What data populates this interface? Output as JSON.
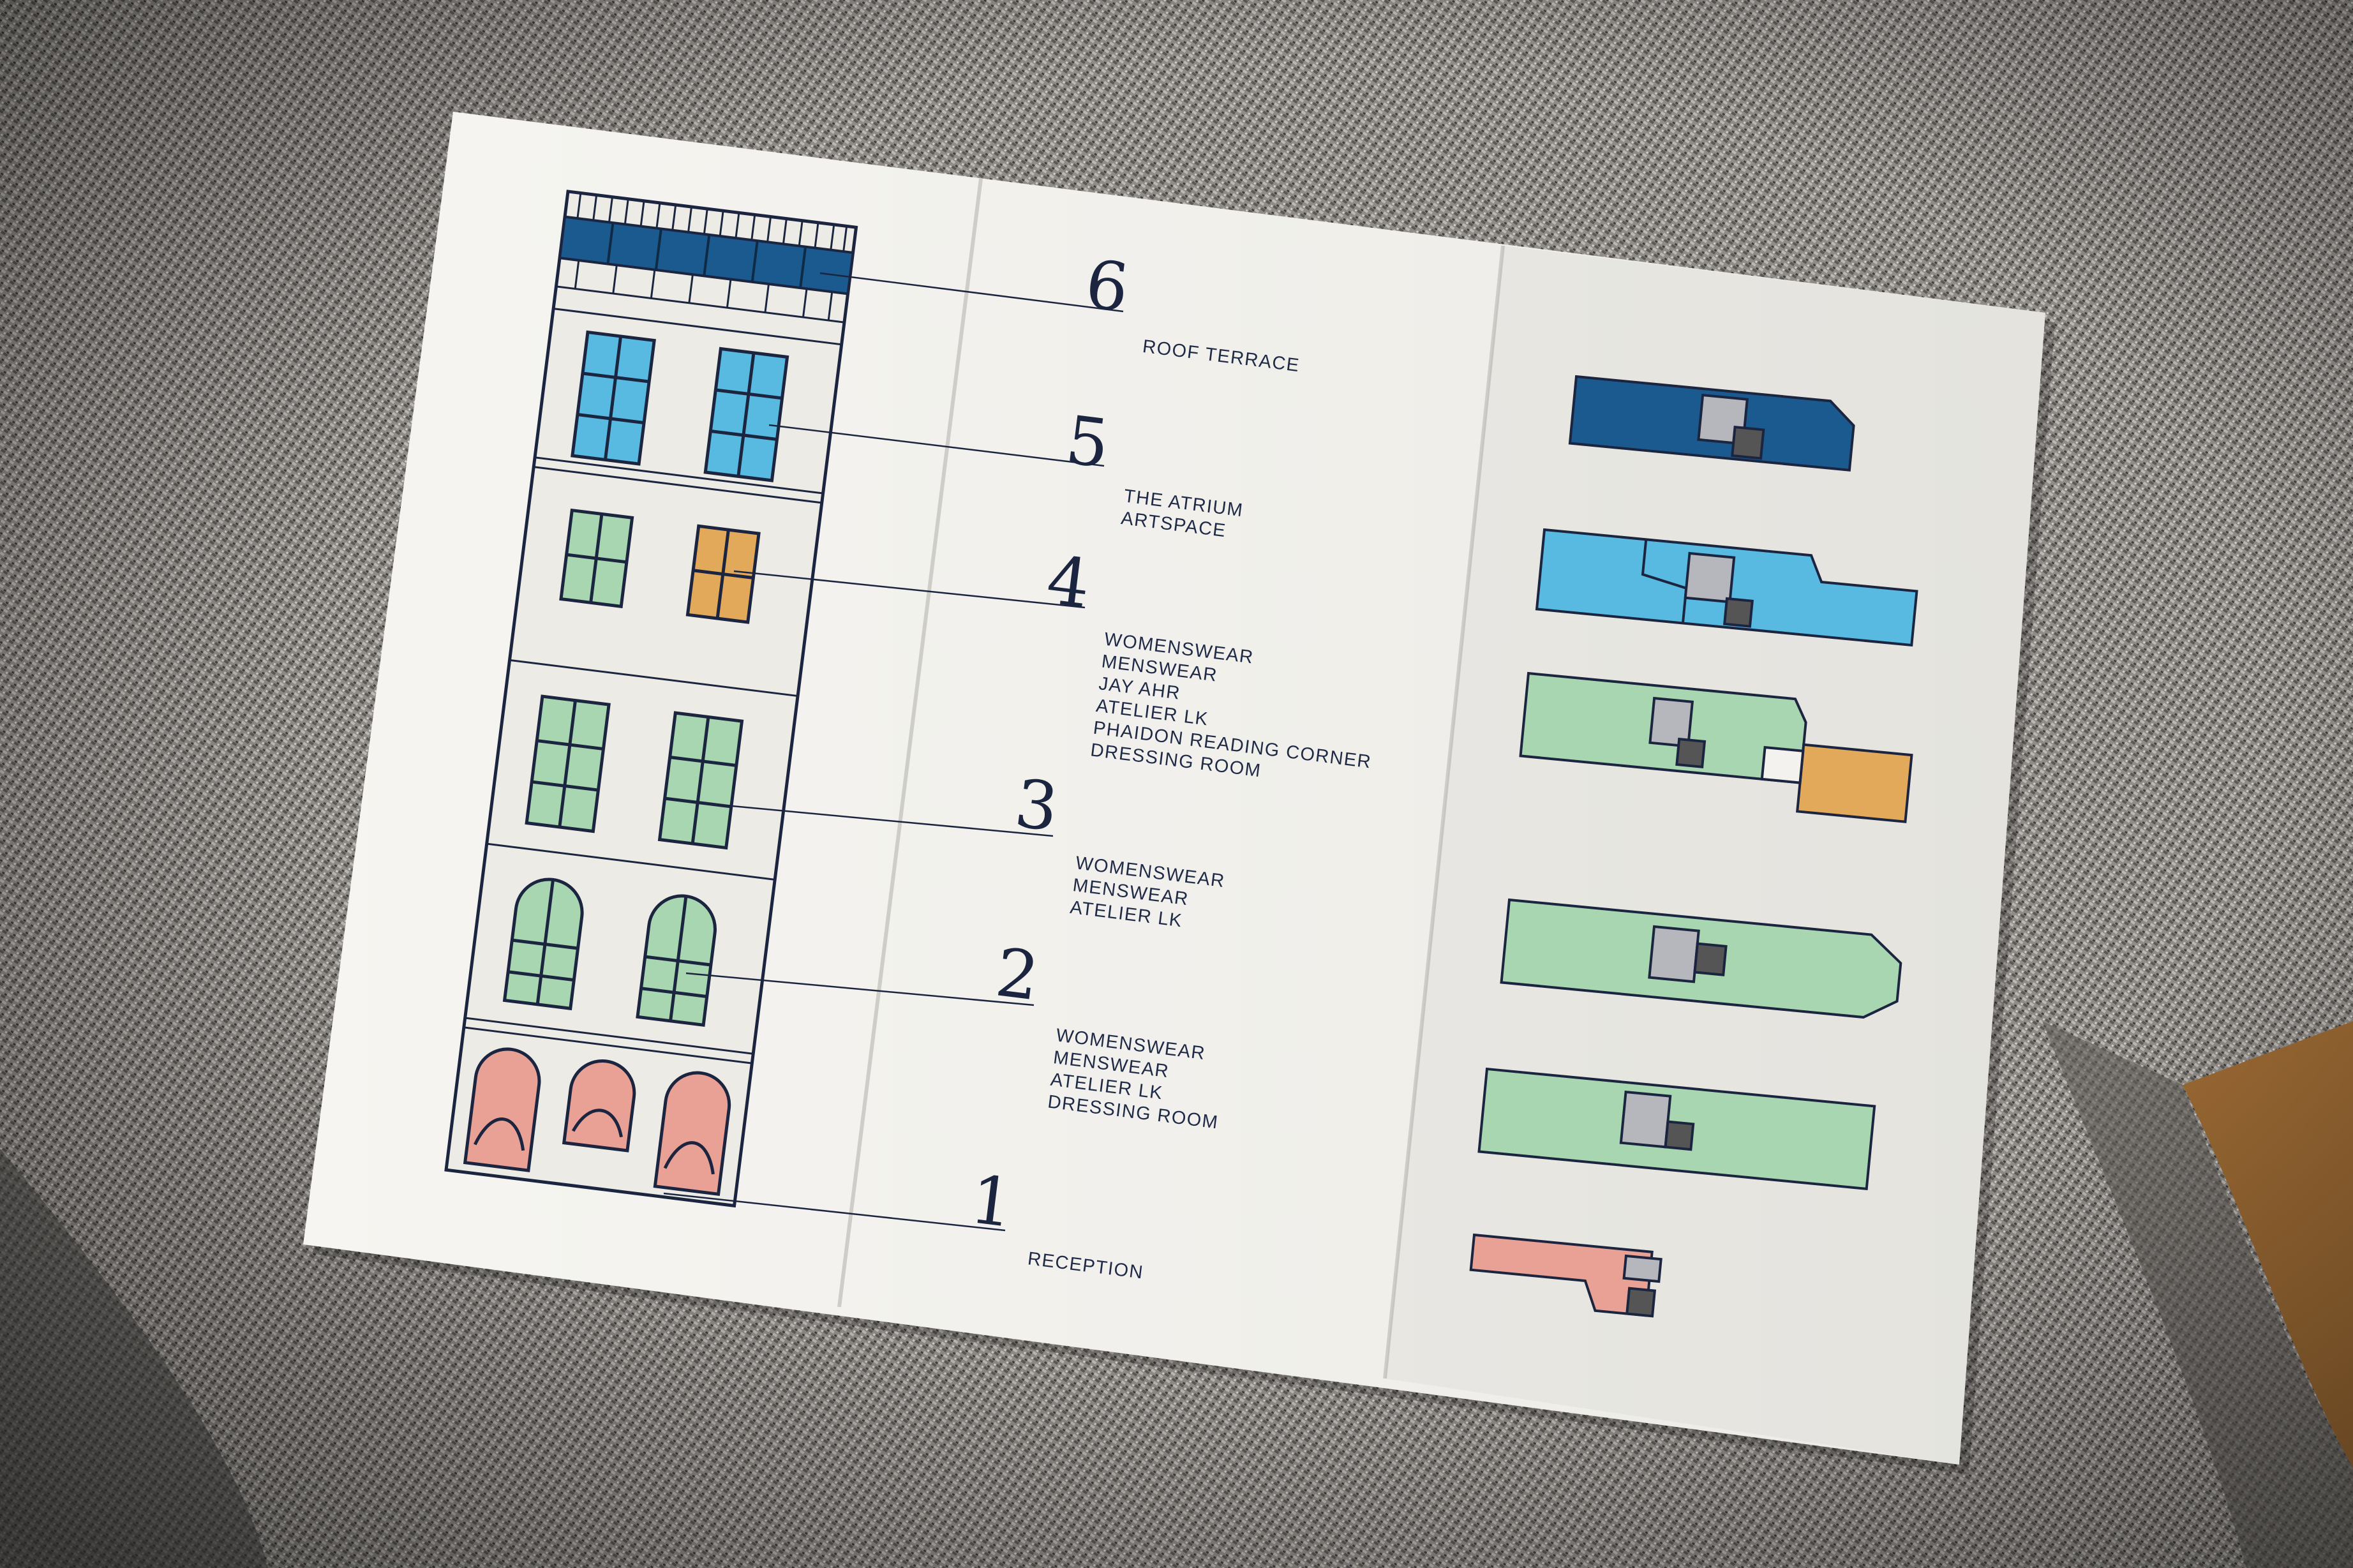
{
  "brochure": {
    "floors": [
      {
        "number": "6",
        "lines": [
          "ROOF TERRACE"
        ]
      },
      {
        "number": "5",
        "lines": [
          "THE ATRIUM",
          "ARTSPACE"
        ]
      },
      {
        "number": "4",
        "lines": [
          "WOMENSWEAR",
          "MENSWEAR",
          "JAY AHR",
          "ATELIER LK",
          "PHAIDON READING CORNER",
          "DRESSING ROOM"
        ]
      },
      {
        "number": "3",
        "lines": [
          "WOMENSWEAR",
          "MENSWEAR",
          "ATELIER LK"
        ]
      },
      {
        "number": "2",
        "lines": [
          "WOMENSWEAR",
          "MENSWEAR",
          "ATELIER LK",
          "DRESSING ROOM"
        ]
      },
      {
        "number": "1",
        "lines": [
          "RECEPTION"
        ]
      }
    ]
  },
  "colors": {
    "fabric": "#8f8b87",
    "paper": "#f3f2ee",
    "ink": "#1c2540",
    "roof_navy": "#1b5a8f",
    "sky_blue": "#58b9e1",
    "mint_green": "#a8d6b0",
    "mustard": "#e2a95a",
    "salmon": "#e9a195",
    "stair_grey": "#b5b7bc"
  },
  "icons": [
    "fabric-texture",
    "building-facade-illustration",
    "floor-plan-thumbnails"
  ]
}
